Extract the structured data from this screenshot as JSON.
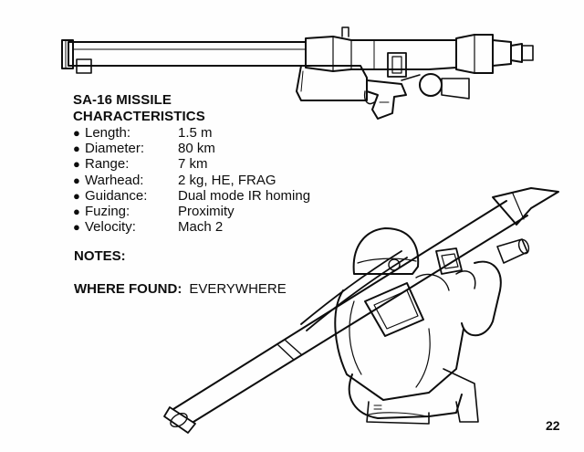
{
  "title_lines": [
    "SA-16 MISSILE",
    "CHARACTERISTICS"
  ],
  "specs": [
    {
      "label": "Length:",
      "value": "1.5 m"
    },
    {
      "label": "Diameter:",
      "value": "80 km"
    },
    {
      "label": "Range:",
      "value": "7 km"
    },
    {
      "label": "Warhead:",
      "value": "2 kg, HE, FRAG"
    },
    {
      "label": "Guidance:",
      "value": "Dual mode IR homing"
    },
    {
      "label": "Fuzing:",
      "value": "Proximity"
    },
    {
      "label": "Velocity:",
      "value": "Mach 2"
    }
  ],
  "bullet_glyph": "●",
  "notes_label": "NOTES:",
  "where_found": {
    "label": "WHERE FOUND:",
    "value": "EVERYWHERE"
  },
  "page_number": "22",
  "colors": {
    "ink": "#0d0d0d",
    "paper": "#fefefe"
  },
  "illustrations": [
    "missile-launcher-drawing",
    "kneeling-soldier-with-launcher-drawing"
  ]
}
